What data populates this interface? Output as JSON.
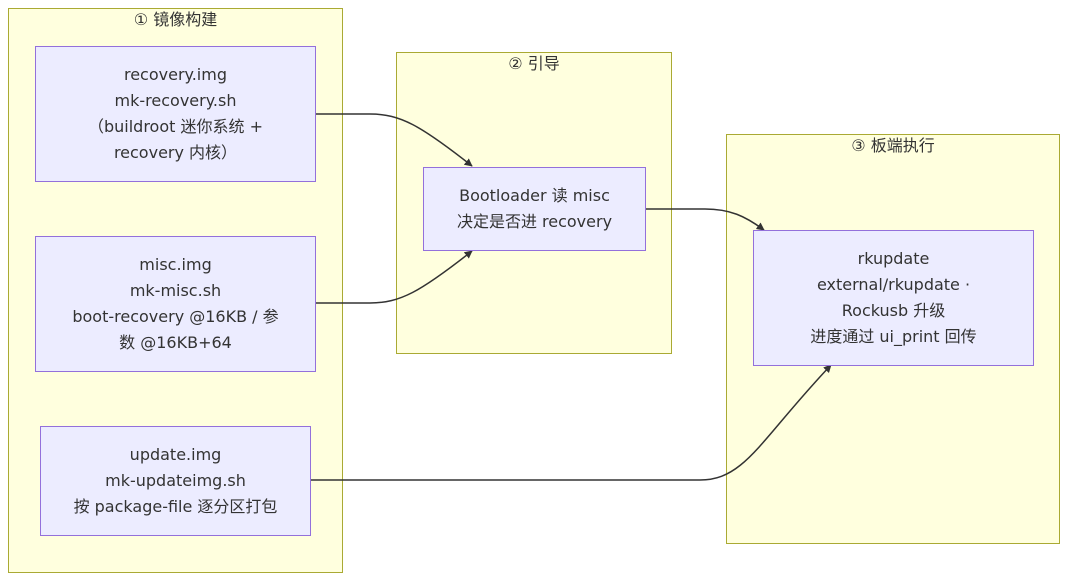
{
  "groups": [
    {
      "title": "① 镜像构建"
    },
    {
      "title": "② 引导"
    },
    {
      "title": "③ 板端执行"
    }
  ],
  "nodes": {
    "recovery": {
      "lines": [
        "recovery.img",
        "mk-recovery.sh",
        "（buildroot 迷你系统 +",
        "recovery 内核）"
      ]
    },
    "misc": {
      "lines": [
        "misc.img",
        "mk-misc.sh",
        "boot-recovery @16KB / 参",
        "数 @16KB+64"
      ]
    },
    "update": {
      "lines": [
        "update.img",
        "mk-updateimg.sh",
        "按 package-file 逐分区打包"
      ]
    },
    "bootloader": {
      "lines": [
        "Bootloader 读 misc",
        "决定是否进 recovery"
      ]
    },
    "rkupdate": {
      "lines": [
        "rkupdate",
        "external/rkupdate ·",
        "Rockusb 升级",
        "进度通过 ui_print 回传"
      ]
    }
  },
  "edges": [
    {
      "from": "recovery",
      "to": "bootloader"
    },
    {
      "from": "misc",
      "to": "bootloader"
    },
    {
      "from": "bootloader",
      "to": "rkupdate"
    },
    {
      "from": "update",
      "to": "rkupdate"
    }
  ],
  "colors": {
    "group_fill": "#ffffde",
    "group_border": "#aaaa33",
    "node_fill": "#ececff",
    "node_border": "#9370db",
    "edge": "#333333",
    "text": "#333333"
  }
}
